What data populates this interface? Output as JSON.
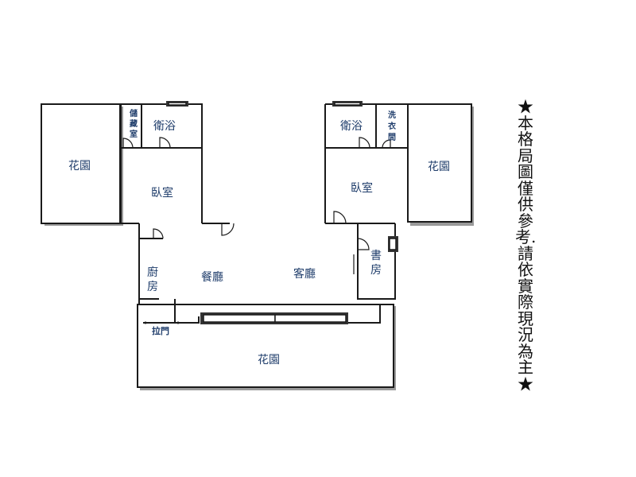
{
  "rooms": {
    "garden_left": "花園",
    "storage": "儲藏室",
    "bath_left": "衛浴",
    "bedroom_left": "臥室",
    "bath_right": "衛浴",
    "laundry": "洗衣間",
    "garden_right": "花園",
    "bedroom_right": "臥室",
    "study": "書房",
    "kitchen": "廚房",
    "dining": "餐廳",
    "living": "客廳",
    "sliding_door": "拉門",
    "garden_bottom": "花園"
  },
  "notice": "★本格局圖僅供參考.請依實際現況為主★"
}
